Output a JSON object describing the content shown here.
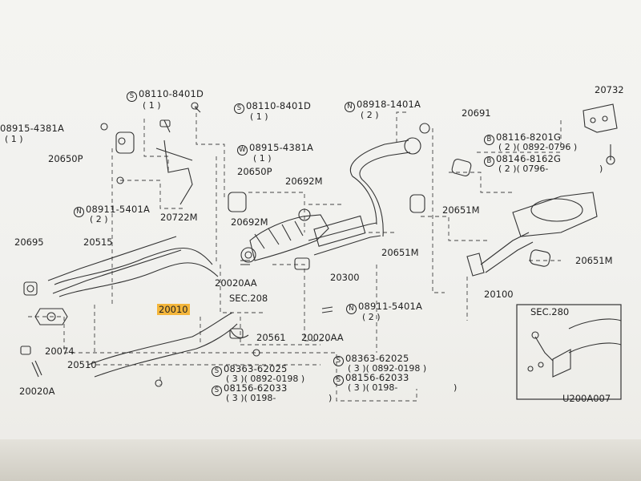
{
  "diagram": {
    "reference_code": "U200A007",
    "callouts": [
      {
        "prefix": "S",
        "number": "08110-8401D",
        "qty": "( 1 )"
      },
      {
        "prefix": "S",
        "number": "08110-8401D",
        "qty": "( 1 )"
      },
      {
        "prefix": "",
        "number": "08915-4381A",
        "qty": "( 1 )"
      },
      {
        "prefix": "W",
        "number": "08915-4381A",
        "qty": "( 1 )"
      },
      {
        "prefix": "N",
        "number": "08911-5401A",
        "qty": "( 2 )"
      },
      {
        "prefix": "N",
        "number": "08918-1401A",
        "qty": "( 2 )"
      },
      {
        "prefix": "B",
        "number": "08116-8201G",
        "qty": "( 2 )( 0892-0796 )"
      },
      {
        "prefix": "B",
        "number": "08146-8162G",
        "qty": "( 2 )( 0796-"
      },
      {
        "prefix": "N",
        "number": "08911-5401A",
        "qty": "( 2 )"
      },
      {
        "prefix": "S",
        "number": "08363-62025",
        "qty": "( 3 )( 0892-0198 )"
      },
      {
        "prefix": "S",
        "number": "08156-62033",
        "qty": "( 3 )( 0198-"
      },
      {
        "prefix": "S",
        "number": "08363-62025",
        "qty": "( 3 )( 0892-0198 )"
      },
      {
        "prefix": "S",
        "number": "08156-62033",
        "qty": "( 3 )( 0198-"
      }
    ],
    "parts": {
      "p20650P_a": "20650P",
      "p20650P_b": "20650P",
      "p20722M": "20722M",
      "p20692M_a": "20692M",
      "p20692M_b": "20692M",
      "p20695": "20695",
      "p20515": "20515",
      "p20010": "20010",
      "p20020AA_a": "20020AA",
      "p20020AA_b": "20020AA",
      "sec208": "SEC.208",
      "p20300": "20300",
      "p20651M_a": "20651M",
      "p20651M_b": "20651M",
      "p20651M_c": "20651M",
      "p20691": "20691",
      "p20732": "20732",
      "p20100": "20100",
      "p20561": "20561",
      "p20074": "20074",
      "p20510": "20510",
      "p20020A": "20020A",
      "sec280": "SEC.280"
    },
    "highlight_color": "#f4b63b"
  }
}
